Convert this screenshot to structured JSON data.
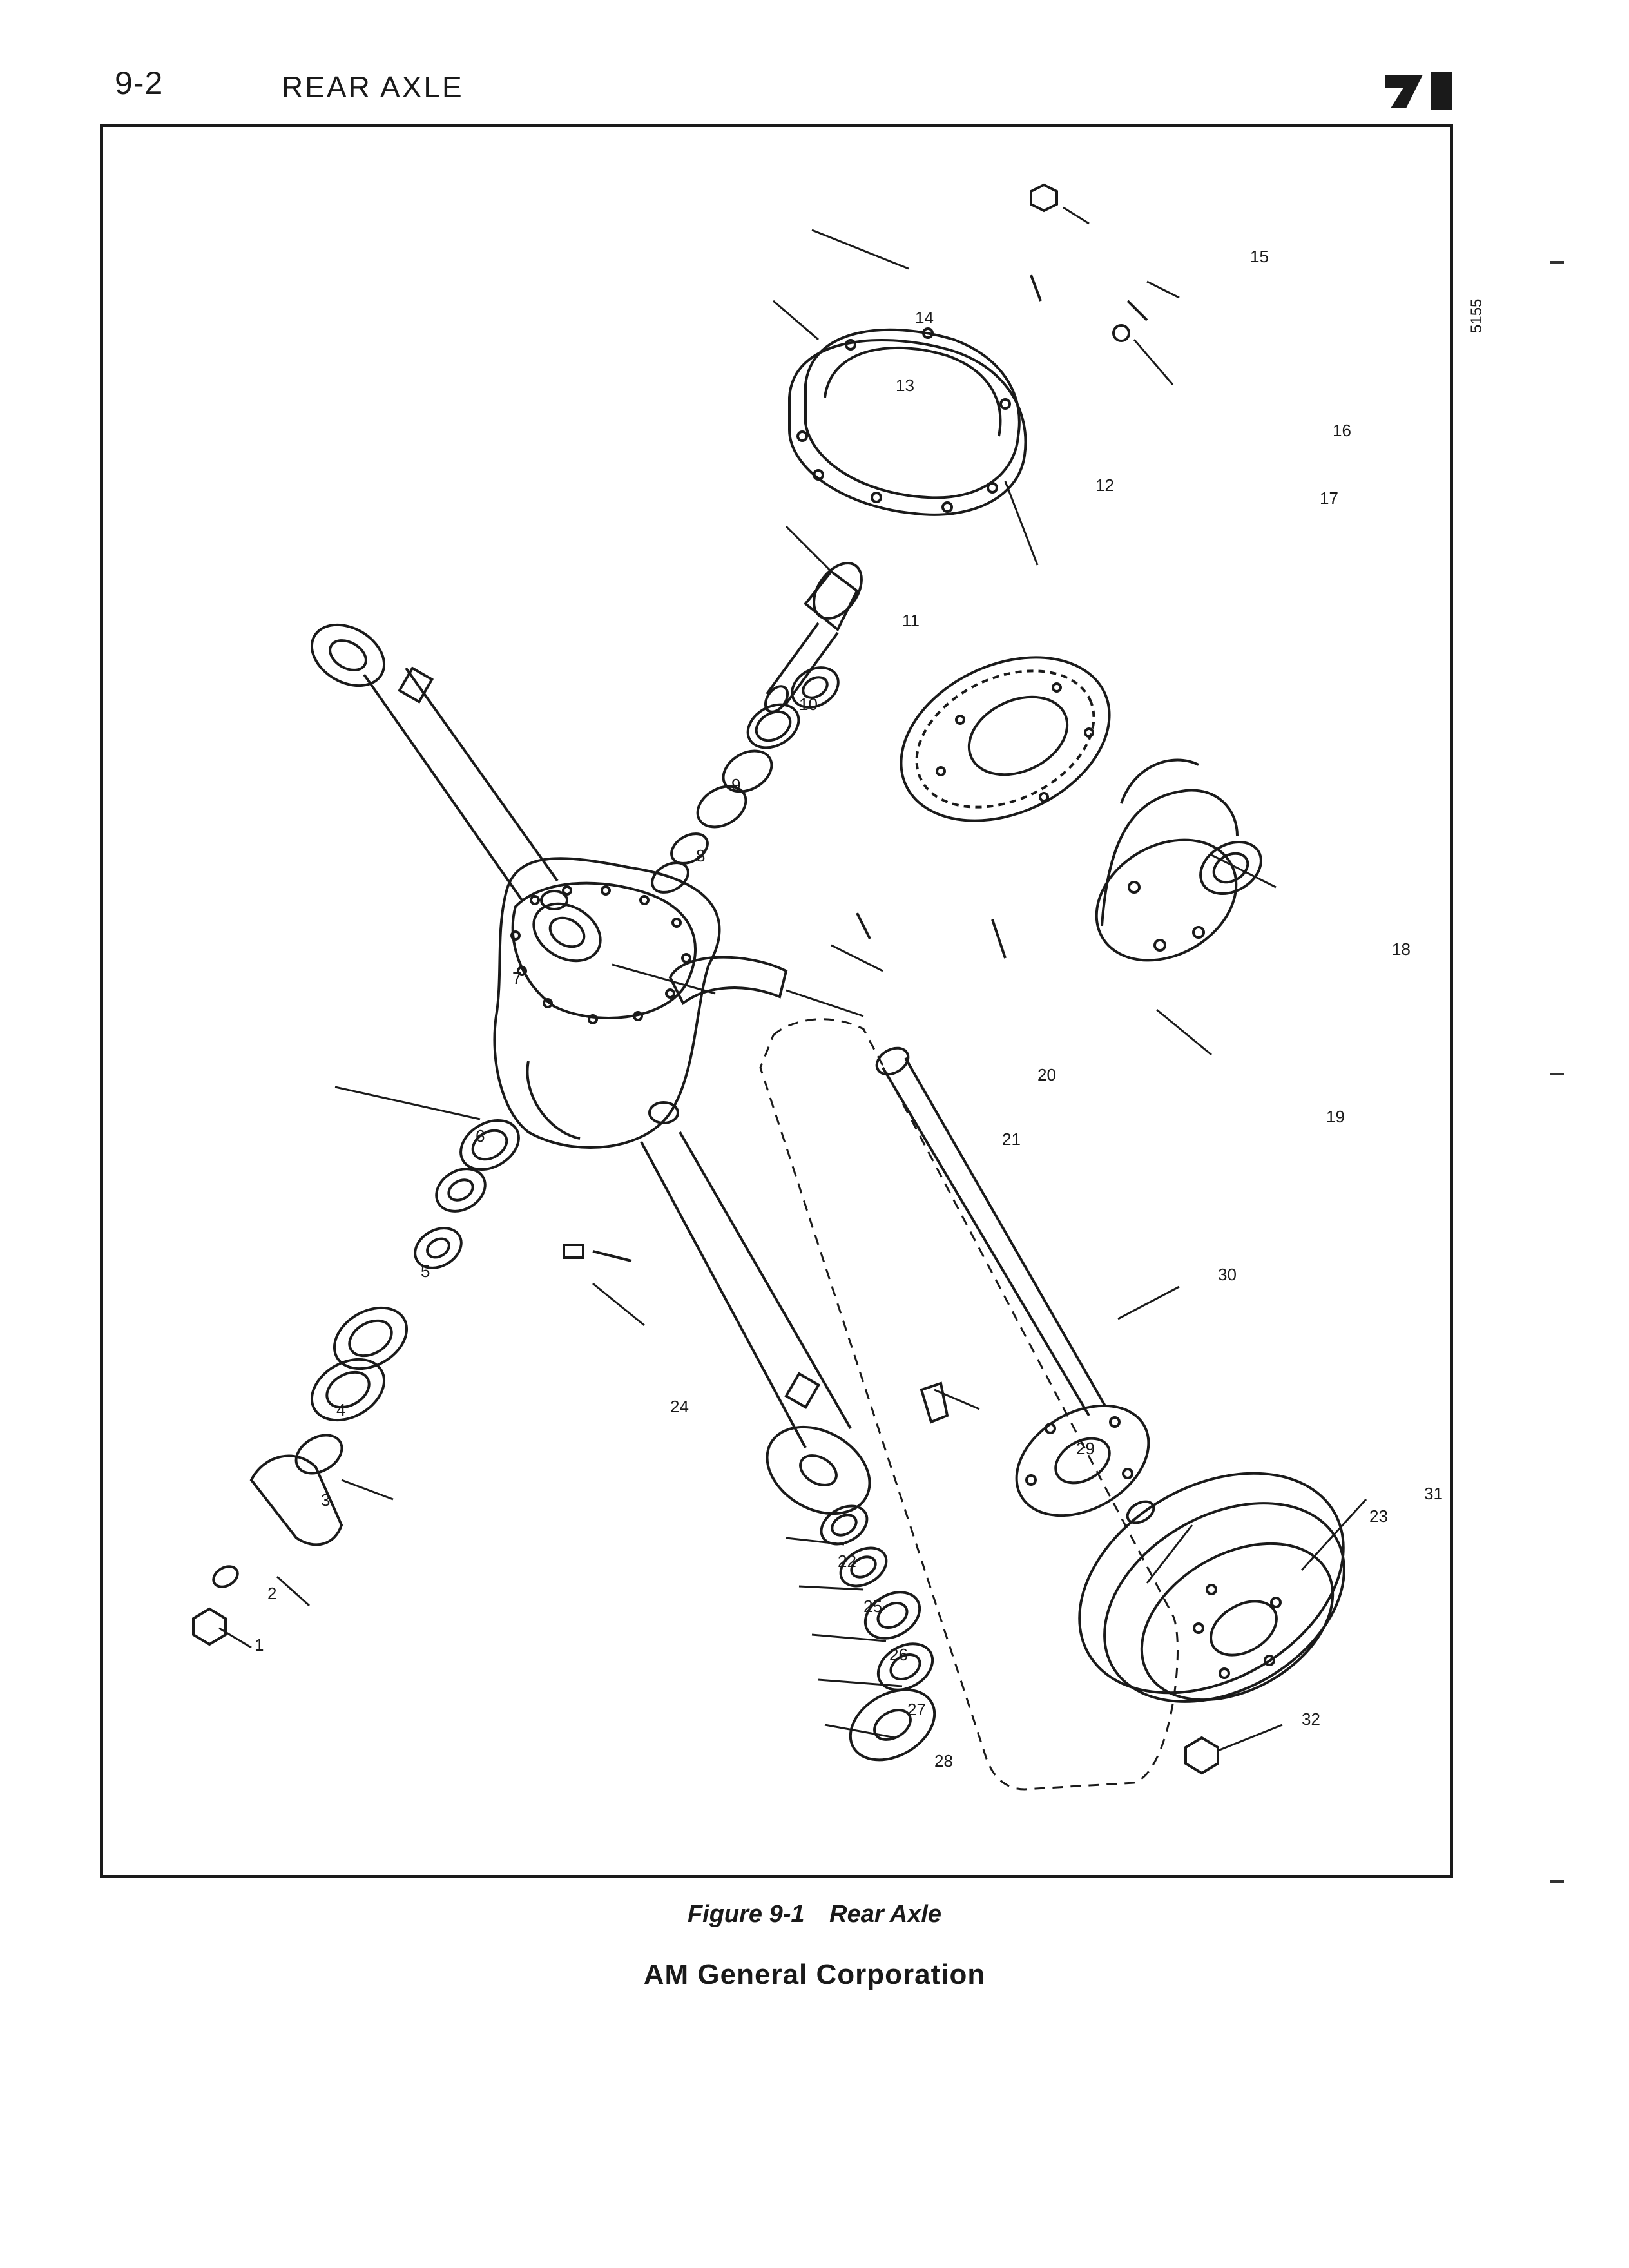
{
  "header": {
    "page_number": "9-2",
    "section_title": "REAR AXLE"
  },
  "diagram": {
    "art_id": "5155",
    "callouts": [
      "1",
      "2",
      "3",
      "4",
      "5",
      "6",
      "7",
      "8",
      "9",
      "10",
      "11",
      "12",
      "13",
      "14",
      "15",
      "16",
      "17",
      "18",
      "19",
      "20",
      "21",
      "22",
      "23",
      "24",
      "25",
      "26",
      "27",
      "28",
      "29",
      "30",
      "31",
      "32"
    ]
  },
  "caption": {
    "figure_number": "Figure 9-1",
    "figure_title": "Rear Axle"
  },
  "footer": {
    "company": "AM General Corporation"
  }
}
